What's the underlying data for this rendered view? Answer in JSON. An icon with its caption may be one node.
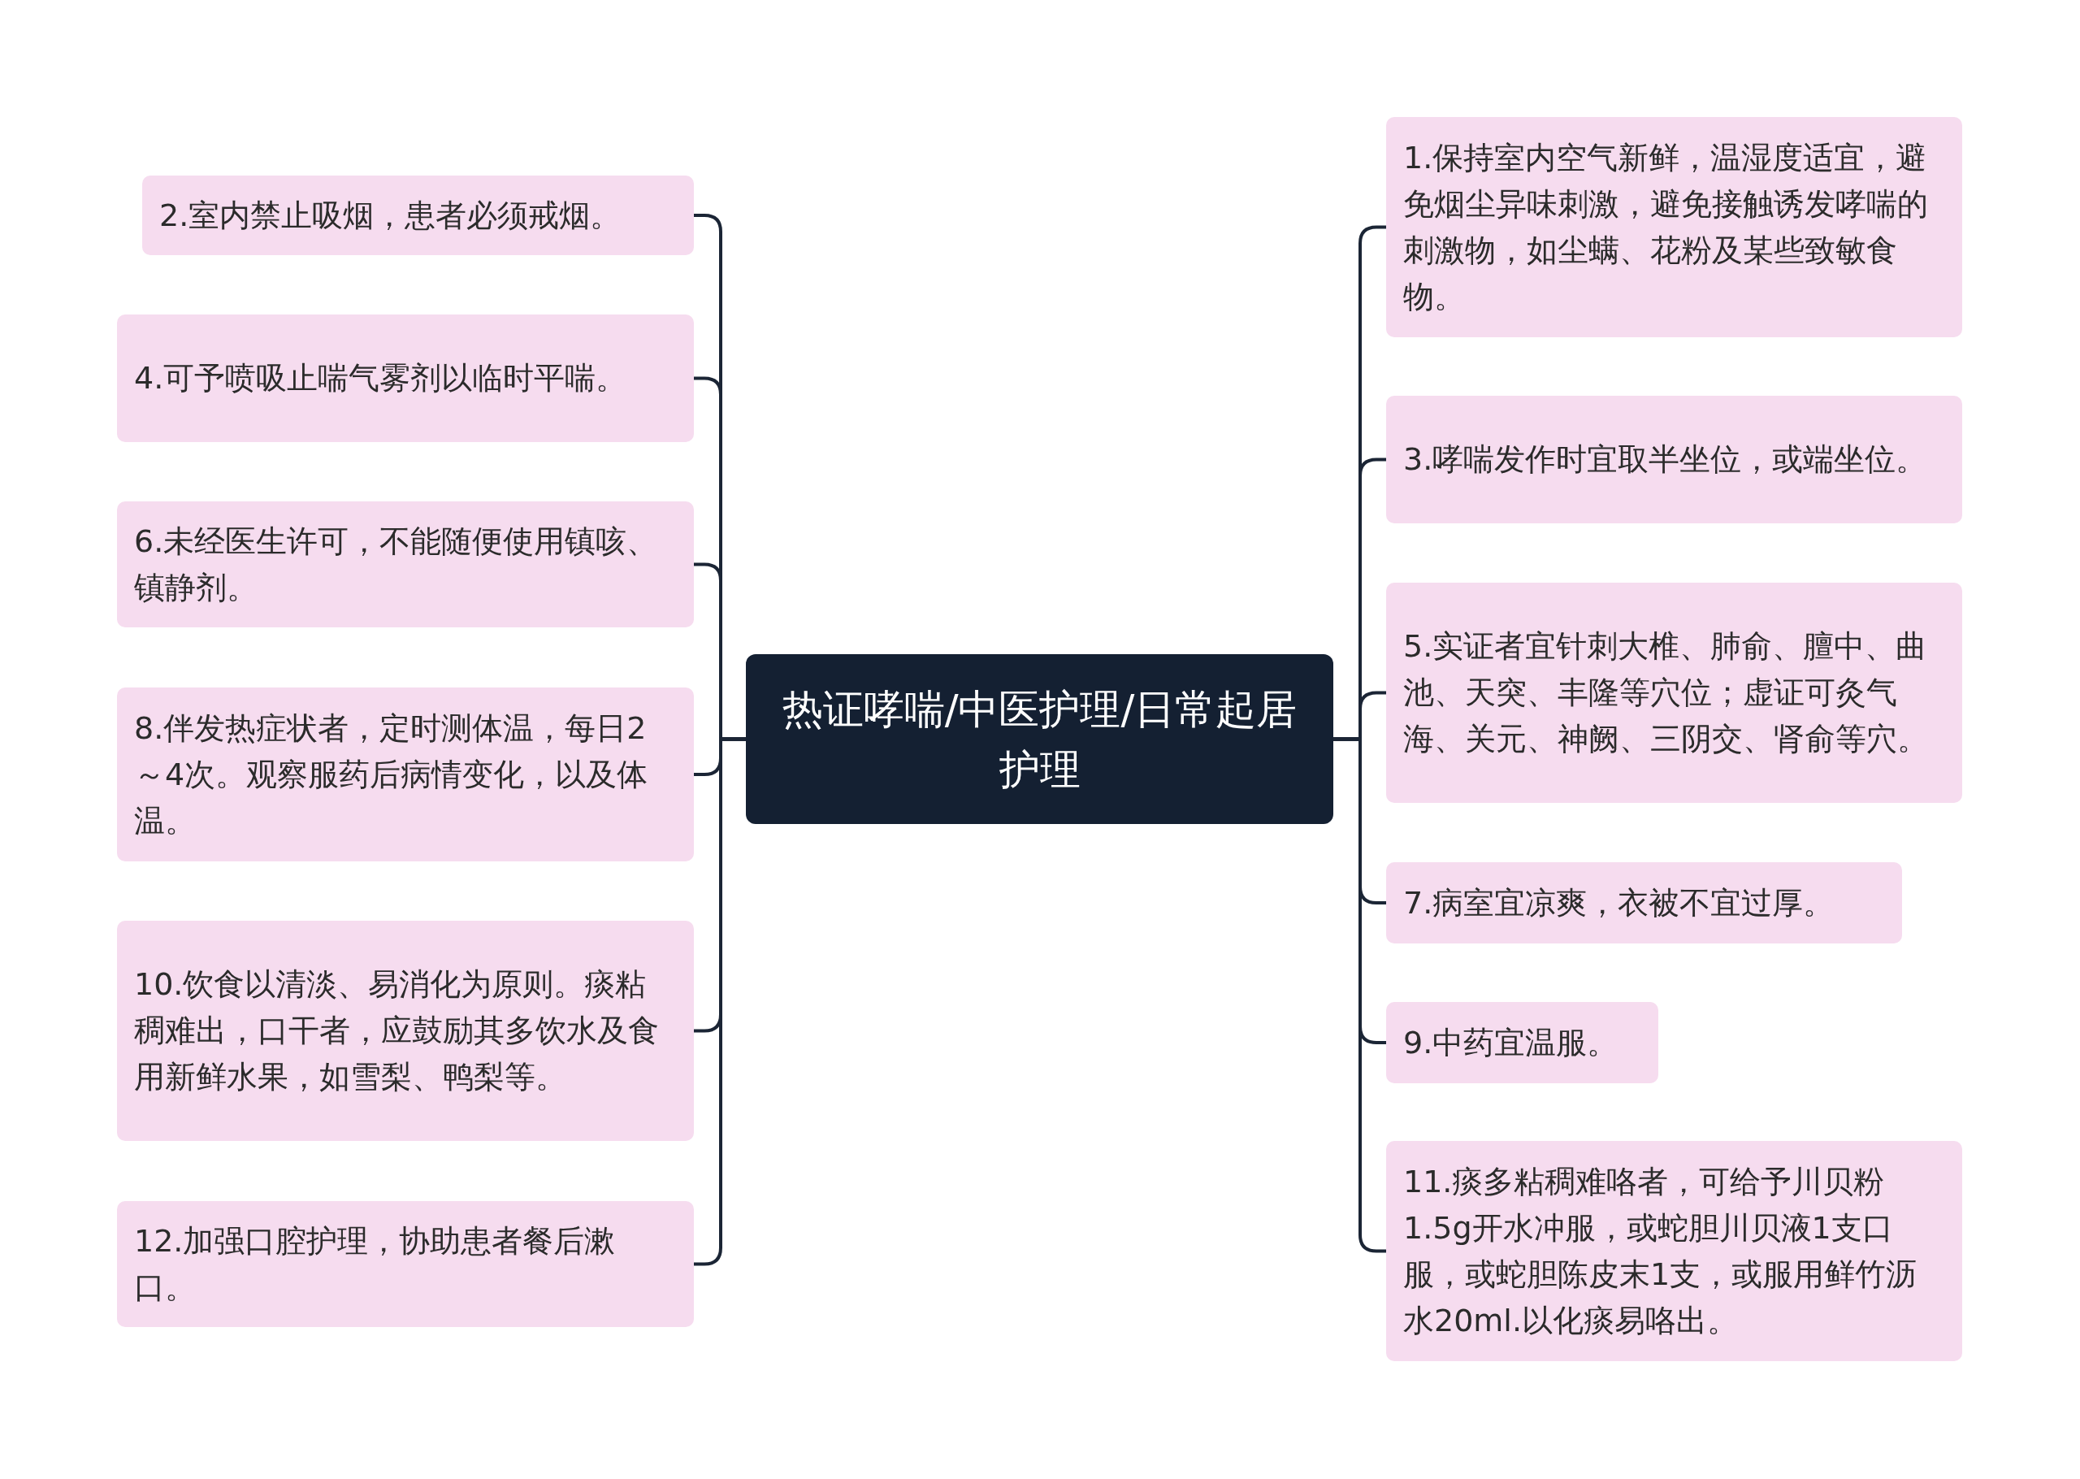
{
  "diagram": {
    "nodes": [
      {
        "text": [
          "热证哮喘/中医护理/日常起居护理"
        ]
      },
      {
        "text": [
          "1.保持室内空气新鲜，温湿度适宜，避免烟尘异味刺激，避免接触诱发哮喘的刺激物，如尘螨、花粉及某些致敏食物。"
        ]
      },
      {
        "text": [
          "2.室内禁止吸烟，患者必须戒烟。"
        ]
      },
      {
        "text": [
          "3.哮喘发作时宜取半坐位，或端坐位。"
        ]
      },
      {
        "text": [
          "4.可予喷吸止喘气雾剂以临时平喘。"
        ]
      },
      {
        "text": [
          "5.实证者宜针刺大椎、肺俞、膻中、曲池、天突、丰隆等穴位；虚证可灸气海、关元、神阙、三阴交、肾俞等穴。"
        ]
      },
      {
        "text": [
          "6.未经医生许可，不能随便使用镇咳、镇静剂。"
        ]
      },
      {
        "text": [
          "7.病室宜凉爽，衣被不宜过厚。"
        ]
      },
      {
        "text": [
          "8.伴发热症状者，定时测体温，每日2～4次。观察服药后病情变化，以及体温。"
        ]
      },
      {
        "text": [
          "9.中药宜温服。"
        ]
      },
      {
        "text": [
          "10.饮食以清淡、易消化为原则。痰粘稠难出，口干者，应鼓励其多饮水及食用新鲜水果，如雪梨、鸭梨等。"
        ]
      },
      {
        "text": [
          "11.痰多粘稠难咯者，可给予川贝粉1.5g开水冲服，或蛇胆川贝液1支口服，或蛇胆陈皮末1支，或服用鲜竹沥水20ml.以化痰易咯出。"
        ]
      },
      {
        "text": [
          "12.加强口腔护理，协助患者餐后漱口。"
        ]
      }
    ],
    "edges": [
      {
        "from": 0,
        "to": 1,
        "arrow": "none"
      },
      {
        "from": 0,
        "to": 2,
        "arrow": "none"
      },
      {
        "from": 0,
        "to": 3,
        "arrow": "none"
      },
      {
        "from": 0,
        "to": 4,
        "arrow": "none"
      },
      {
        "from": 0,
        "to": 5,
        "arrow": "none"
      },
      {
        "from": 0,
        "to": 6,
        "arrow": "none"
      },
      {
        "from": 0,
        "to": 7,
        "arrow": "none"
      },
      {
        "from": 0,
        "to": 8,
        "arrow": "none"
      },
      {
        "from": 0,
        "to": 9,
        "arrow": "none"
      },
      {
        "from": 0,
        "to": 10,
        "arrow": "none"
      },
      {
        "from": 0,
        "to": 11,
        "arrow": "none"
      },
      {
        "from": 0,
        "to": 12,
        "arrow": "none"
      }
    ]
  }
}
